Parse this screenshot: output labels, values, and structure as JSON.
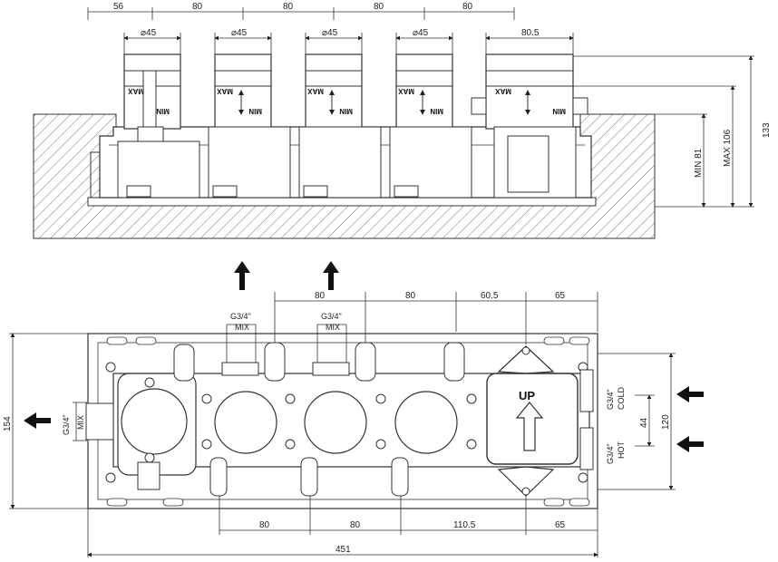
{
  "top_view": {
    "top_dims": [
      "56",
      "80",
      "80",
      "80",
      "80"
    ],
    "diameters": [
      "⌀45",
      "⌀45",
      "⌀45",
      "⌀45"
    ],
    "last_width": "80.5",
    "max_label": "MAX",
    "min_label": "MIN",
    "side_dims": [
      "MIN 81",
      "MAX 106",
      "133"
    ]
  },
  "bottom_view": {
    "top_dims": [
      "80",
      "80",
      "60.5",
      "65"
    ],
    "mix_thread": "G3/4\"",
    "mix_label": "MIX",
    "left_port_thread": "G3/4\"",
    "left_port_label": "MIX",
    "cold_thread": "G3/4\"",
    "cold_label": "COLD",
    "hot_thread": "G3/4\"",
    "hot_label": "HOT",
    "up_label": "UP",
    "bottom_dims": [
      "80",
      "80",
      "110.5",
      "65"
    ],
    "overall_width": "451",
    "height_left": "154",
    "height_right": "120",
    "inlet_spacing": "44"
  }
}
